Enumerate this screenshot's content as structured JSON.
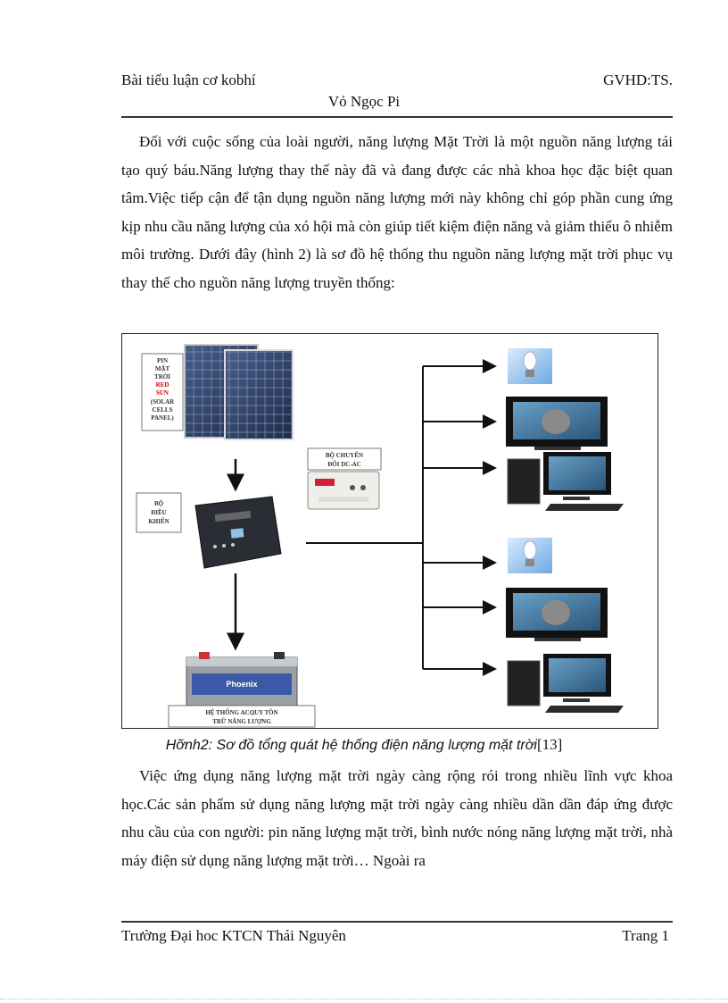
{
  "header": {
    "left": "Bài tiểu luận cơ kobhí",
    "right": "GVHD:TS.",
    "instructor": "Vỏ Ngọc Pi"
  },
  "paragraphs": [
    "Đối với cuộc sống của loài người, năng lượng Mặt Trời là một nguồn năng lượng tái tạo quý báu.Năng lượng thay thế này đã và đang được các nhà khoa học đặc biệt quan tâm.Việc tiếp cận để tận dụng nguồn năng lượng mới này không chỉ góp phần cung ứng kịp nhu cầu năng lượng của xó hội mà còn giúp tiết kiệm điện năng và giảm thiểu ô nhiễm môi trường. Dưới đây (hình 2) là sơ đồ hệ thống thu nguồn năng lượng mặt trời phục vụ thay thế cho nguồn năng lượng truyền thống:",
    "Việc ứng dụng năng lượng mặt trời ngày càng rộng rói trong nhiều lĩnh vực khoa học.Các sản phẩm sử dụng năng lượng mặt trời ngày càng nhiều dần dần đáp ứng được nhu cầu của con người: pin năng lượng mặt trời, bình nước nóng năng lượng mặt trời, nhà máy điện sử dụng năng lượng mặt trời… Ngoài ra"
  ],
  "figure": {
    "solar_label": [
      "PIN",
      "MẶT",
      "TRỜI",
      "RED",
      "SUN",
      "(SOLAR",
      "CELLS",
      "PANEL)"
    ],
    "converter_label": [
      "BỘ CHUYỂN",
      "ĐỔI DC-AC"
    ],
    "controller_label": [
      "BỘ",
      "ĐIỀU",
      "KHIỂN"
    ],
    "battery_label": [
      "HỆ THỐNG ACQUY TỒN",
      "TRỮ NĂNG LƯỢNG"
    ],
    "battery_brand": "Phoenix",
    "caption_italic": "Hỡnh2: Sơ đồ tổng quát hệ thống điện năng lượng mặt trời",
    "caption_ref": "[13]"
  },
  "footer": {
    "left": "Trường Đại hoc KTCN Thái Nguyên",
    "page_label": "Trang",
    "page_number": "1"
  }
}
